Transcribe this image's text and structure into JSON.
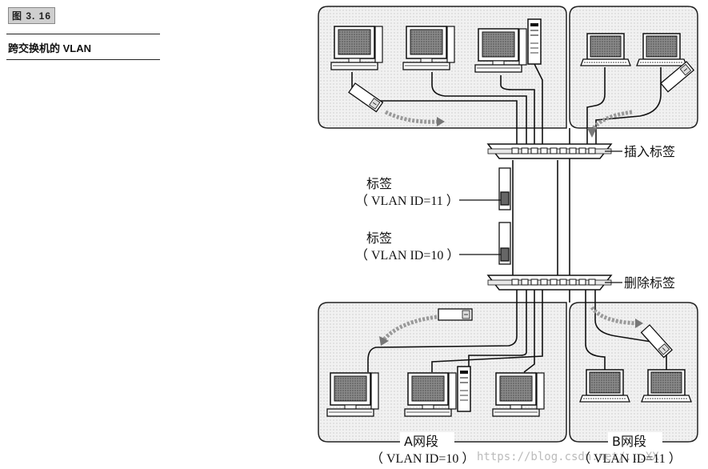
{
  "figure": {
    "number": "图 3. 16",
    "caption": "跨交换机的 VLAN"
  },
  "labels": {
    "insert_tag": "插入标签",
    "remove_tag": "删除标签",
    "tag_upper_title": "标签",
    "tag_upper_id": "（ VLAN ID=11 ）",
    "tag_lower_title": "标签",
    "tag_lower_id": "（ VLAN ID=10 ）",
    "segment_a_name": "A网段",
    "segment_a_id": "（ VLAN ID=10 ）",
    "segment_b_name": "B网段",
    "segment_b_id": "（ VLAN ID=11 ）"
  },
  "watermark": "https://blog.csdn.net/...XX"
}
